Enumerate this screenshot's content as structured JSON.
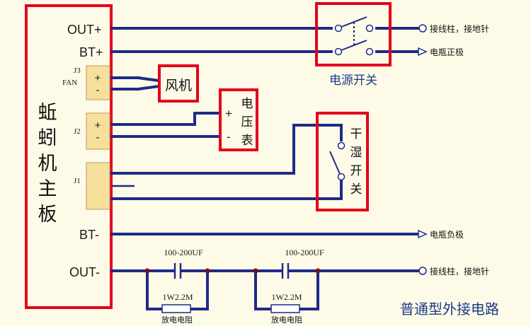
{
  "board": {
    "title_chars": [
      "蚯",
      "蚓",
      "机",
      "主",
      "板"
    ]
  },
  "ports": {
    "out_plus": "OUT+",
    "bt_plus": "BT+",
    "j3": "J3",
    "fan": "FAN",
    "j2": "J2",
    "j1": "J1",
    "bt_minus": "BT-",
    "out_minus": "OUT-",
    "plus": "+",
    "minus": "-"
  },
  "components": {
    "fan_label": "风机",
    "voltmeter_chars": [
      "电",
      "压",
      "表"
    ],
    "power_switch_label": "电源开关",
    "dry_wet_chars": [
      "干",
      "湿",
      "开",
      "关"
    ],
    "capacitor_label": "100-200UF",
    "resistor_label": "1W2.2M",
    "resistor_caption": "放电电阻"
  },
  "terminals": {
    "post_ground": "接线柱，接地针",
    "battery_positive": "电瓶正极",
    "battery_negative": "电瓶负极"
  },
  "caption": "普通型外接电路",
  "colors": {
    "wire": "#1f2a8a",
    "highlight_box": "#e3001b",
    "connector": "#f7df9c",
    "background": "#fdfbe7"
  }
}
